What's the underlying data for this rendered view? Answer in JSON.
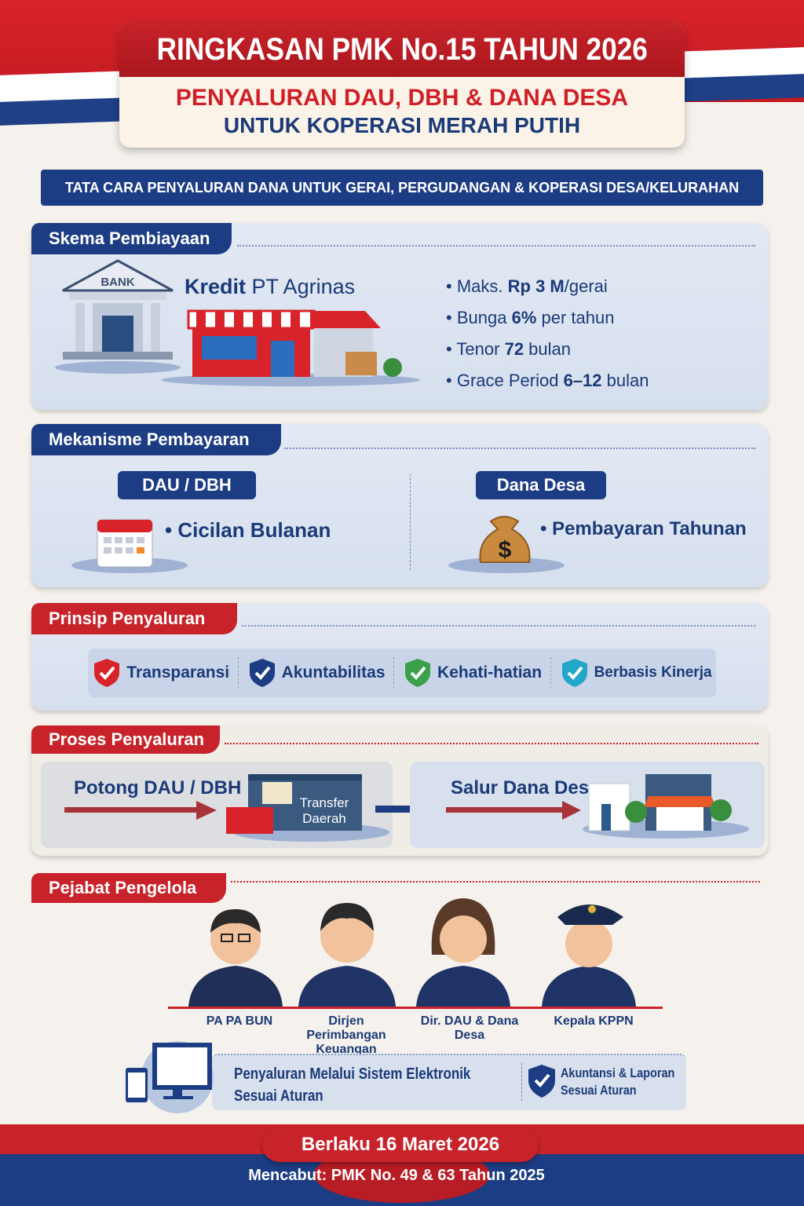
{
  "header": {
    "title": "RINGKASAN PMK No.15 TAHUN 2026",
    "subtitle1": "PENYALURAN DAU, DBH & DANA DESA",
    "subtitle2": "UNTUK KOPERASI MERAH PUTIH"
  },
  "banner": "TATA CARA PENYALURAN DANA UNTUK GERAI, PERGUDANGAN & KOPERASI DESA/KELURAHAN",
  "skema": {
    "tab": "Skema Pembiayaan",
    "bank_label": "BANK",
    "kredit_bold": "Kredit",
    "kredit_rest": "PT Agrinas",
    "bullets": [
      {
        "pre": "Maks. ",
        "bold": "Rp 3 M",
        "post": "/gerai"
      },
      {
        "pre": "Bunga ",
        "bold": "6%",
        "post": " per tahun"
      },
      {
        "pre": "Tenor ",
        "bold": "72",
        "post": " bulan"
      },
      {
        "pre": "Grace Period ",
        "bold": "6–12",
        "post": " bulan"
      }
    ]
  },
  "mekanisme": {
    "tab": "Mekanisme Pembayaran",
    "left_pill": "DAU / DBH",
    "left_text": "Cicilan Bulanan",
    "right_pill": "Dana Desa",
    "right_text": "Pembayaran Tahunan"
  },
  "prinsip": {
    "tab": "Prinsip Penyaluran",
    "items": [
      {
        "label": "Transparansi",
        "color": "#d8232a"
      },
      {
        "label": "Akuntabilitas",
        "color": "#1c3d84"
      },
      {
        "label": "Kehati-hatian",
        "color": "#3aa148"
      },
      {
        "label": "Berbasis Kinerja",
        "color": "#22a7c9"
      }
    ]
  },
  "proses": {
    "tab": "Proses Penyaluran",
    "left": "Potong DAU / DBH",
    "building_l1": "Transfer",
    "building_l2": "Daerah",
    "right": "Salur Dana Desa"
  },
  "pejabat": {
    "tab": "Pejabat Pengelola",
    "people": [
      "PA PA BUN",
      "Dirjen Perimbangan Keuangan",
      "Dir. DAU & Dana Desa",
      "Kepala KPPN"
    ],
    "system_l1": "Penyaluran Melalui Sistem Elektronik",
    "system_l2": "Sesuai Aturan",
    "acc_l1": "Akuntansi & Laporan",
    "acc_l2": "Sesuai Aturan"
  },
  "footer": {
    "effective": "Berlaku 16 Maret 2026",
    "revokes": "Mencabut: PMK No. 49 & 63 Tahun 2025"
  },
  "colors": {
    "red": "#c8232a",
    "blue": "#1c3d84"
  }
}
